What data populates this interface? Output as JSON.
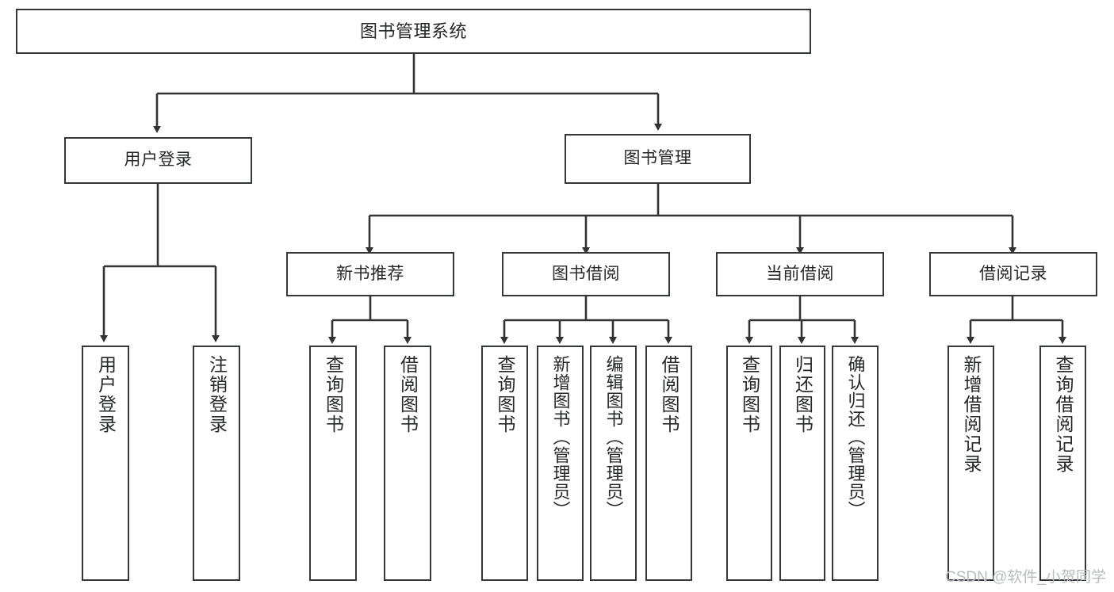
{
  "diagram": {
    "title": "图书管理系统",
    "type": "hierarchy-tree",
    "watermark": "CSDN @软件_小贺同学",
    "colors": {
      "box_border": "#33363b",
      "box_fill": "#ffffff",
      "connector": "#333333",
      "text": "#26282c",
      "watermark": "#b9bcc0",
      "background": "#ffffff"
    },
    "root": {
      "label": "图书管理系统"
    },
    "level2": [
      {
        "label": "用户登录"
      },
      {
        "label": "图书管理"
      }
    ],
    "level3": [
      {
        "label": "新书推荐"
      },
      {
        "label": "图书借阅"
      },
      {
        "label": "当前借阅"
      },
      {
        "label": "借阅记录"
      }
    ],
    "leaves": {
      "user_login": [
        {
          "label": "用户登录"
        },
        {
          "label": "注销登录"
        }
      ],
      "new_book_recommend": [
        {
          "label": "查询图书"
        },
        {
          "label": "借阅图书"
        }
      ],
      "book_borrow": [
        {
          "label": "查询图书"
        },
        {
          "label": "新增图书（管理员）"
        },
        {
          "label": "编辑图书（管理员）"
        },
        {
          "label": "借阅图书"
        }
      ],
      "current_borrow": [
        {
          "label": "查询图书"
        },
        {
          "label": "归还图书"
        },
        {
          "label": "确认归还（管理员）"
        }
      ],
      "borrow_record": [
        {
          "label": "新增借阅记录"
        },
        {
          "label": "查询借阅记录"
        }
      ]
    }
  }
}
